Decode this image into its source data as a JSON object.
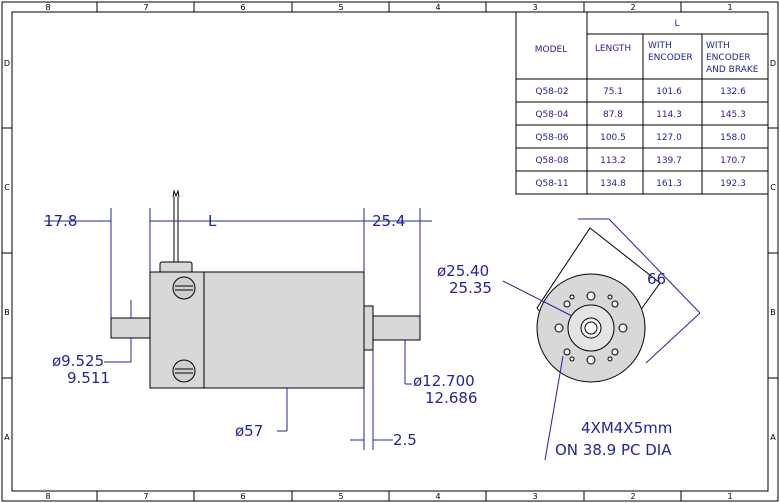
{
  "zones": {
    "top_numbers": [
      "8",
      "7",
      "6",
      "5",
      "4",
      "3",
      "2",
      "1"
    ],
    "left_letters": [
      "D",
      "C",
      "B",
      "A"
    ],
    "right_letters": [
      "D",
      "C",
      "B",
      "A"
    ]
  },
  "table": {
    "group_header": "L",
    "headers": [
      "MODEL",
      "LENGTH",
      "WITH ENCODER",
      "WITH ENCODER AND BRAKE"
    ],
    "header_lines": {
      "model": [
        "MODEL"
      ],
      "length": [
        "LENGTH"
      ],
      "encoder": [
        "WITH",
        "ENCODER"
      ],
      "brake": [
        "WITH",
        "ENCODER",
        "AND BRAKE"
      ]
    },
    "rows": [
      [
        "Q58-02",
        "75.1",
        "101.6",
        "132.6"
      ],
      [
        "Q58-04",
        "87.8",
        "114.3",
        "145.3"
      ],
      [
        "Q58-06",
        "100.5",
        "127.0",
        "158.0"
      ],
      [
        "Q58-08",
        "113.2",
        "139.7",
        "170.7"
      ],
      [
        "Q58-11",
        "134.8",
        "161.3",
        "192.3"
      ]
    ]
  },
  "dims": {
    "rear_shaft_len": "17.8",
    "body_len": "L",
    "front_shaft_len": "25.4",
    "rear_shaft_dia": [
      "ø9.525",
      "9.511"
    ],
    "body_dia": "ø57",
    "front_shaft_dia": [
      "ø12.700",
      "12.686"
    ],
    "pilot_len": "2.5",
    "pilot_dia": [
      "ø25.40",
      "25.35"
    ],
    "flange_size": "66",
    "holes": [
      "4XM4X5mm",
      "ON 38.9 PC DIA"
    ]
  },
  "colors": {
    "dimension": "#22249a",
    "outline": "#000000",
    "body": "#d8d8d8"
  }
}
